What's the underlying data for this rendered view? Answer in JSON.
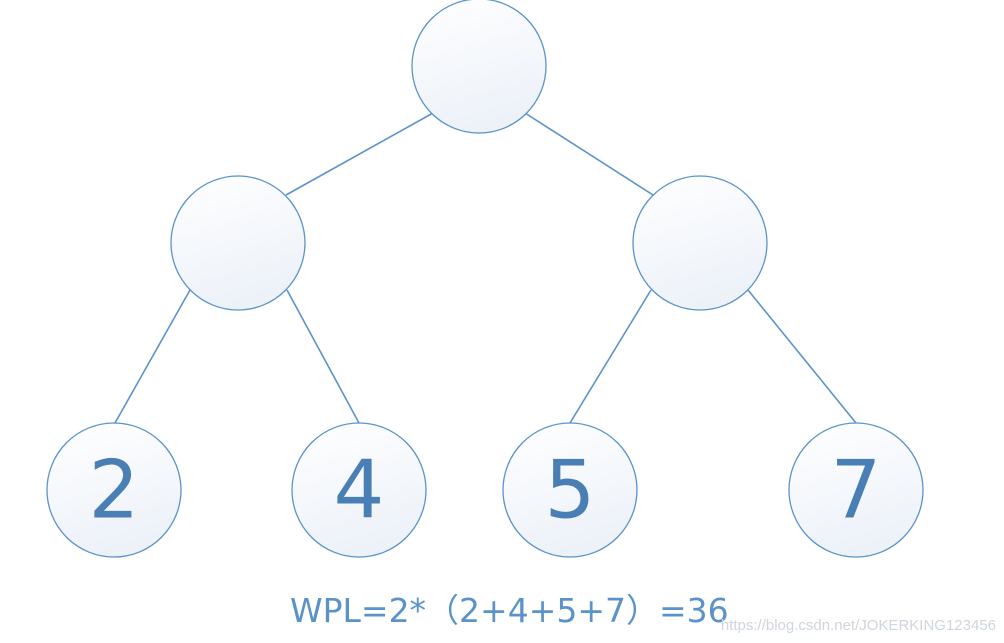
{
  "tree": {
    "root": {
      "label": ""
    },
    "internal_nodes": [
      {
        "label": ""
      },
      {
        "label": ""
      }
    ],
    "leaves": [
      {
        "label": "2"
      },
      {
        "label": "4"
      },
      {
        "label": "5"
      },
      {
        "label": "7"
      }
    ]
  },
  "formula": "WPL=2*（2+4+5+7）=36",
  "watermark": "https://blog.csdn.net/JOKERKING123456",
  "colors": {
    "line": "#5b93c9",
    "leaf_text": "#4a7fb5",
    "formula_text": "#5b93c9",
    "node_fill_top": "#ffffff",
    "node_fill_bottom": "#edf2f9"
  }
}
